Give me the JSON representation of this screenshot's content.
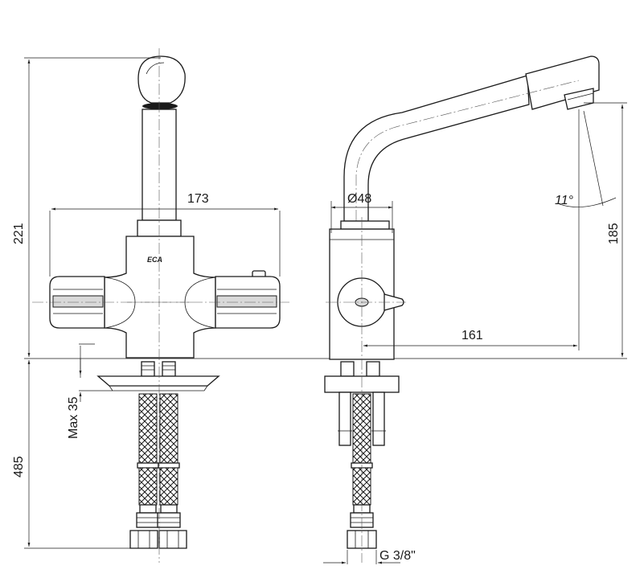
{
  "dimensions": {
    "width_173": "173",
    "height_221": "221",
    "max_35": "Max 35",
    "hose_485": "485",
    "diameter_48": "Ø48",
    "angle_11": "11°",
    "height_185": "185",
    "reach_161": "161",
    "thread_g38": "G 3/8\""
  },
  "brand_mark": "ECA"
}
